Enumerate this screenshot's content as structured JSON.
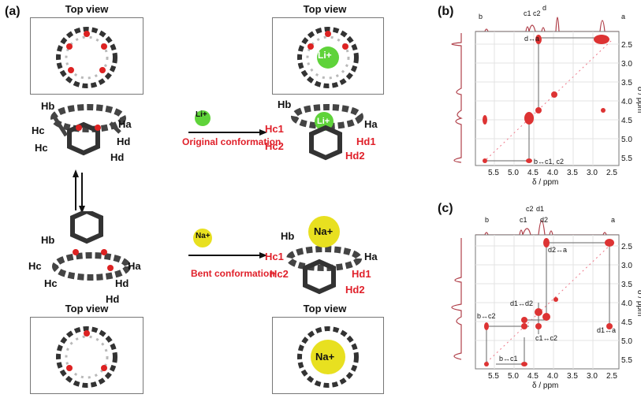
{
  "panel_a": {
    "label": "(a)",
    "top_view": "Top view",
    "li_ion": "Li+",
    "na_ion": "Na+",
    "li_caption": "Original conformation",
    "na_caption": "Bent conformation",
    "h_labels": {
      "a": "Ha",
      "b": "Hb",
      "c": "Hc",
      "d": "Hd",
      "c1": "Hc1",
      "c2": "Hc2",
      "d1": "Hd1",
      "d2": "Hd2"
    }
  },
  "panel_b": {
    "label": "(b)",
    "peaks": [
      "b",
      "c1",
      "c2",
      "d",
      "a"
    ],
    "x_ticks": [
      "5.5",
      "5.0",
      "4.5",
      "4.0",
      "3.5",
      "3.0",
      "2.5"
    ],
    "y_ticks": [
      "2.5",
      "3.0",
      "3.5",
      "4.0",
      "4.5",
      "5.0",
      "5.5"
    ],
    "xlabel": "δ / ppm",
    "ylabel": "δ / ppm",
    "annotations": [
      "d↔a",
      "b↔c1, c2"
    ]
  },
  "panel_c": {
    "label": "(c)",
    "peaks": [
      "b",
      "c1",
      "c2",
      "d1",
      "d2",
      "a"
    ],
    "x_ticks": [
      "5.5",
      "5.0",
      "4.5",
      "4.0",
      "3.5",
      "3.0",
      "2.5"
    ],
    "y_ticks": [
      "2.5",
      "3.0",
      "3.5",
      "4.0",
      "4.5",
      "5.0",
      "5.5"
    ],
    "xlabel": "δ / ppm",
    "ylabel": "δ / ppm",
    "annotations": [
      "d2↔a",
      "d1↔d2",
      "b↔c2",
      "d1↔a",
      "c1↔c2",
      "b↔c1"
    ]
  },
  "colors": {
    "red": "#e0202a",
    "li": "#5fd33a",
    "na": "#e8e020",
    "spec": "#b0404a"
  }
}
